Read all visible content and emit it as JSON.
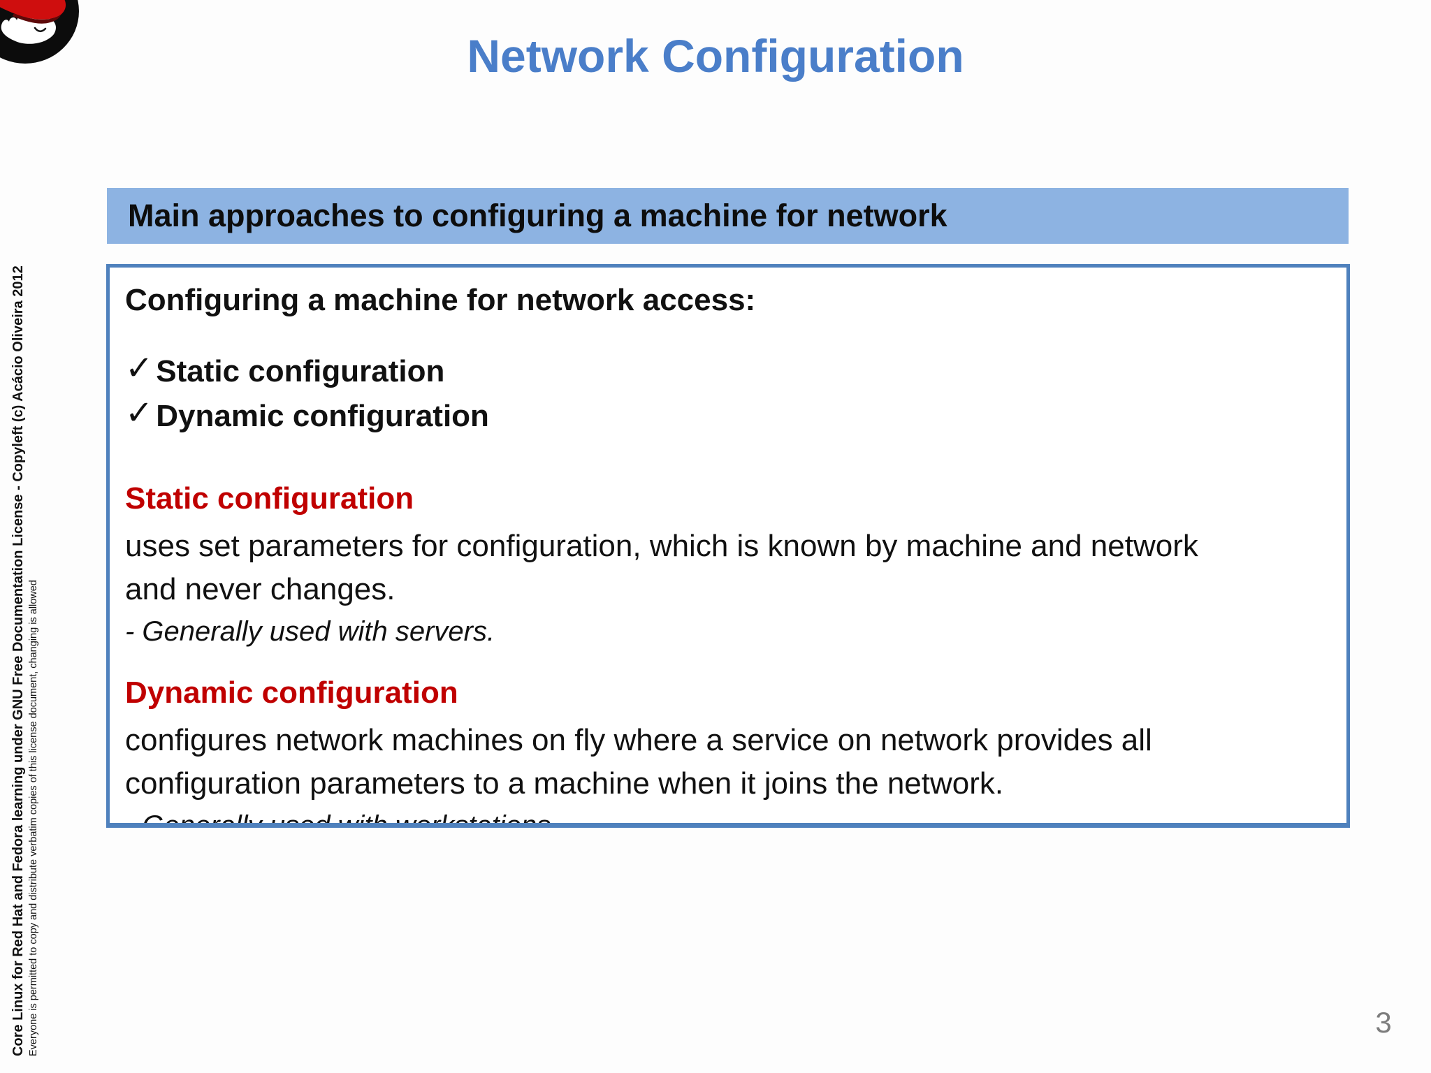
{
  "title": "Network Configuration",
  "header_bar": "Main approaches to configuring a machine for network",
  "content": {
    "intro": "Configuring a machine for network access:",
    "checklist": [
      {
        "label": "Static configuration"
      },
      {
        "label": "Dynamic configuration"
      }
    ],
    "sections": [
      {
        "heading": "Static configuration",
        "body": [
          "uses set parameters for configuration, which is known by machine and network",
          "and never changes."
        ],
        "note": "- Generally used with servers."
      },
      {
        "heading": "Dynamic configuration",
        "body": [
          "configures network machines on fly where a service on network provides all",
          "configuration parameters to a machine when it joins the network."
        ],
        "note": "- Generally used with workstations."
      }
    ]
  },
  "sidebar": {
    "line1": "Core Linux for Red Hat and Fedora learning under GNU Free Documentation License  - Copyleft (c) Acácio Oliveira 2012",
    "line2": "Everyone is permitted to copy and distribute verbatim copies of this license document, changing is allowed"
  },
  "page_number": "3",
  "icons": {
    "checkmark": "✓",
    "logo": "red-hat-shadowman"
  },
  "colors": {
    "title_blue": "#4a7ec9",
    "bar_blue": "#8db3e2",
    "box_border_blue": "#4f81bd",
    "heading_red": "#c00000",
    "text_black": "#111111",
    "page_number_gray": "#7d7d7d",
    "logo_red": "#cf0e0e"
  }
}
